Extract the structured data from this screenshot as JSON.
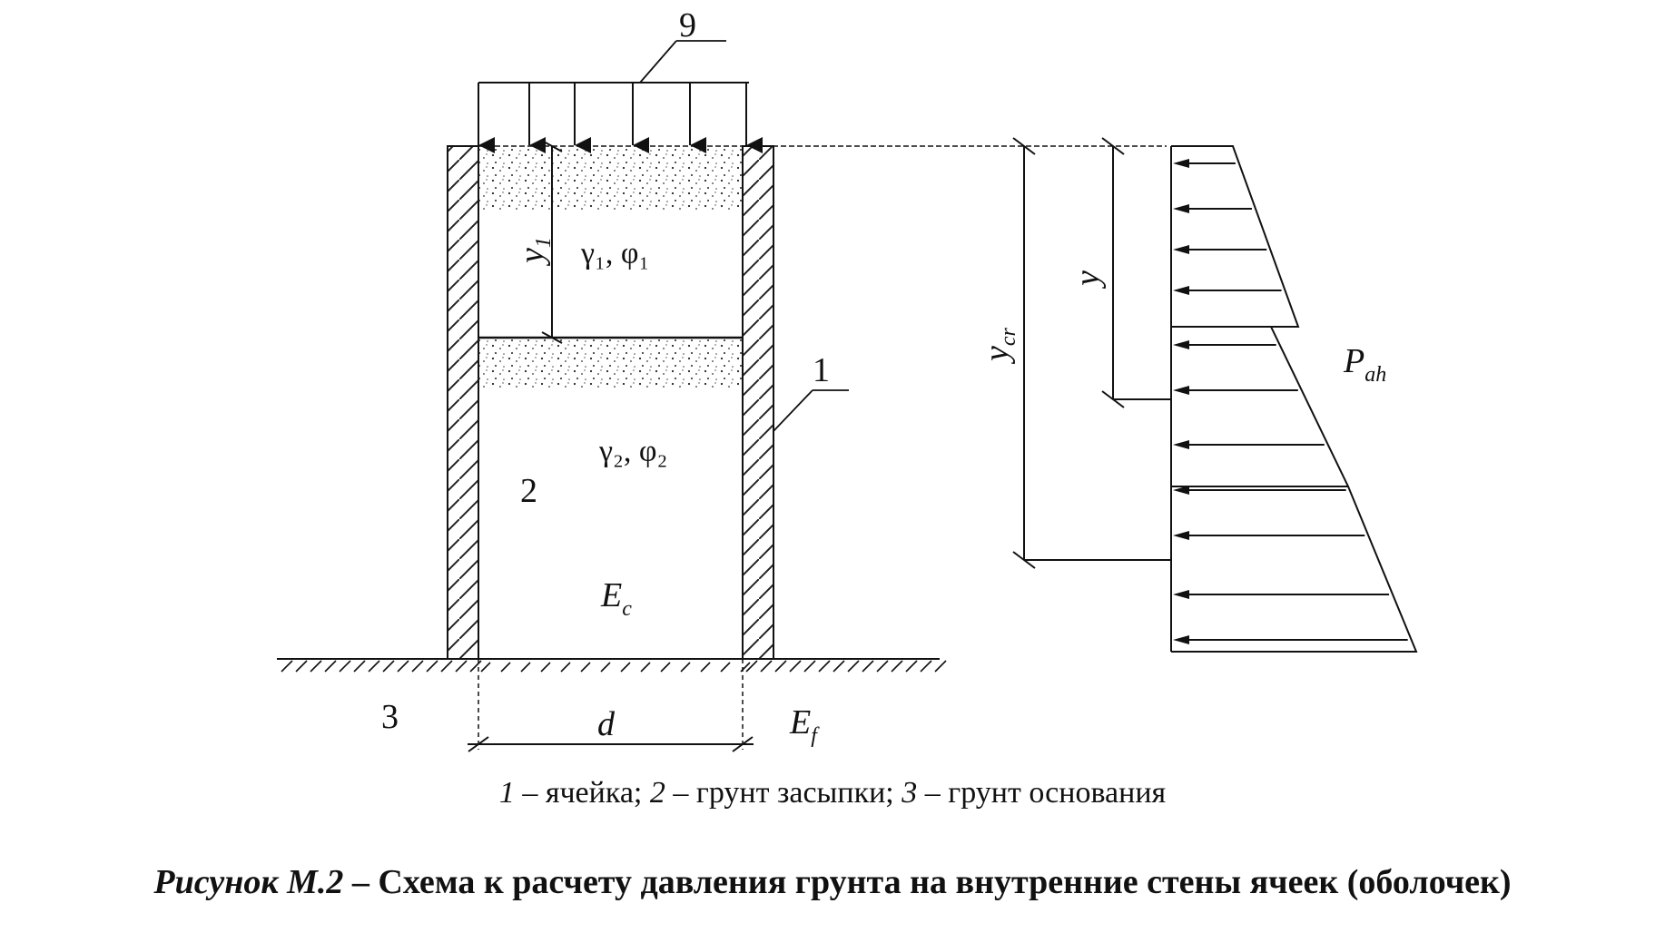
{
  "labels": {
    "load": "9",
    "cell_number": "1",
    "backfill_number": "2",
    "base_number": "3",
    "y1": "y",
    "y1_sub": "1",
    "layer1": "γ₁, φ₁",
    "layer2": "γ₂, φ₂",
    "Ec": "E",
    "Ec_sub": "c",
    "Ef": "E",
    "Ef_sub": "f",
    "d": "d",
    "y": "y",
    "ycr": "y",
    "ycr_sub": "cr",
    "pah": "P",
    "pah_sub": "ah"
  },
  "legend": {
    "n1": "1",
    "t1": " – ячейка; ",
    "n2": "2",
    "t2": " – грунт засыпки; ",
    "n3": "3",
    "t3": " – грунт основания"
  },
  "caption": {
    "number": "Рисунок М.2",
    "dash": " – ",
    "title": "Схема к расчету давления грунта на внутренние стены ячеек (оболочек)"
  }
}
